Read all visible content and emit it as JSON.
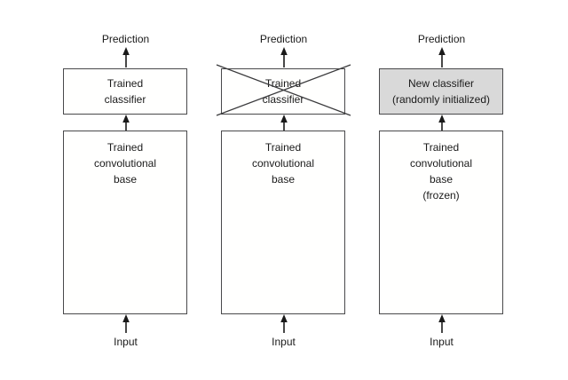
{
  "diagram_title": "transfer-learning-classifier-diagram",
  "columns": [
    {
      "prediction_label": "Prediction",
      "classifier": {
        "line1": "Trained",
        "line2": "classifier"
      },
      "classifier_crossed_out": false,
      "base": {
        "line1": "Trained",
        "line2": "convolutional",
        "line3": "base"
      },
      "input_label": "Input"
    },
    {
      "prediction_label": "Prediction",
      "classifier": {
        "line1": "Trained",
        "line2": "classifier"
      },
      "classifier_crossed_out": true,
      "base": {
        "line1": "Trained",
        "line2": "convolutional",
        "line3": "base"
      },
      "input_label": "Input"
    },
    {
      "prediction_label": "Prediction",
      "classifier": {
        "line1": "New classifier",
        "line2": "(randomly initialized)"
      },
      "classifier_crossed_out": false,
      "classifier_highlighted": true,
      "base": {
        "line1": "Trained",
        "line2": "convolutional",
        "line3": "base",
        "line4": "(frozen)"
      },
      "input_label": "Input"
    }
  ],
  "icons": {
    "up_arrow": "up-arrow-icon",
    "cross_out": "cross-out-icon"
  },
  "colors": {
    "background": "#ffffff",
    "box_fill": "#fffffe",
    "new_classifier_fill": "#d9d9d9",
    "border": "#49494b",
    "text": "#1a1a1a"
  }
}
